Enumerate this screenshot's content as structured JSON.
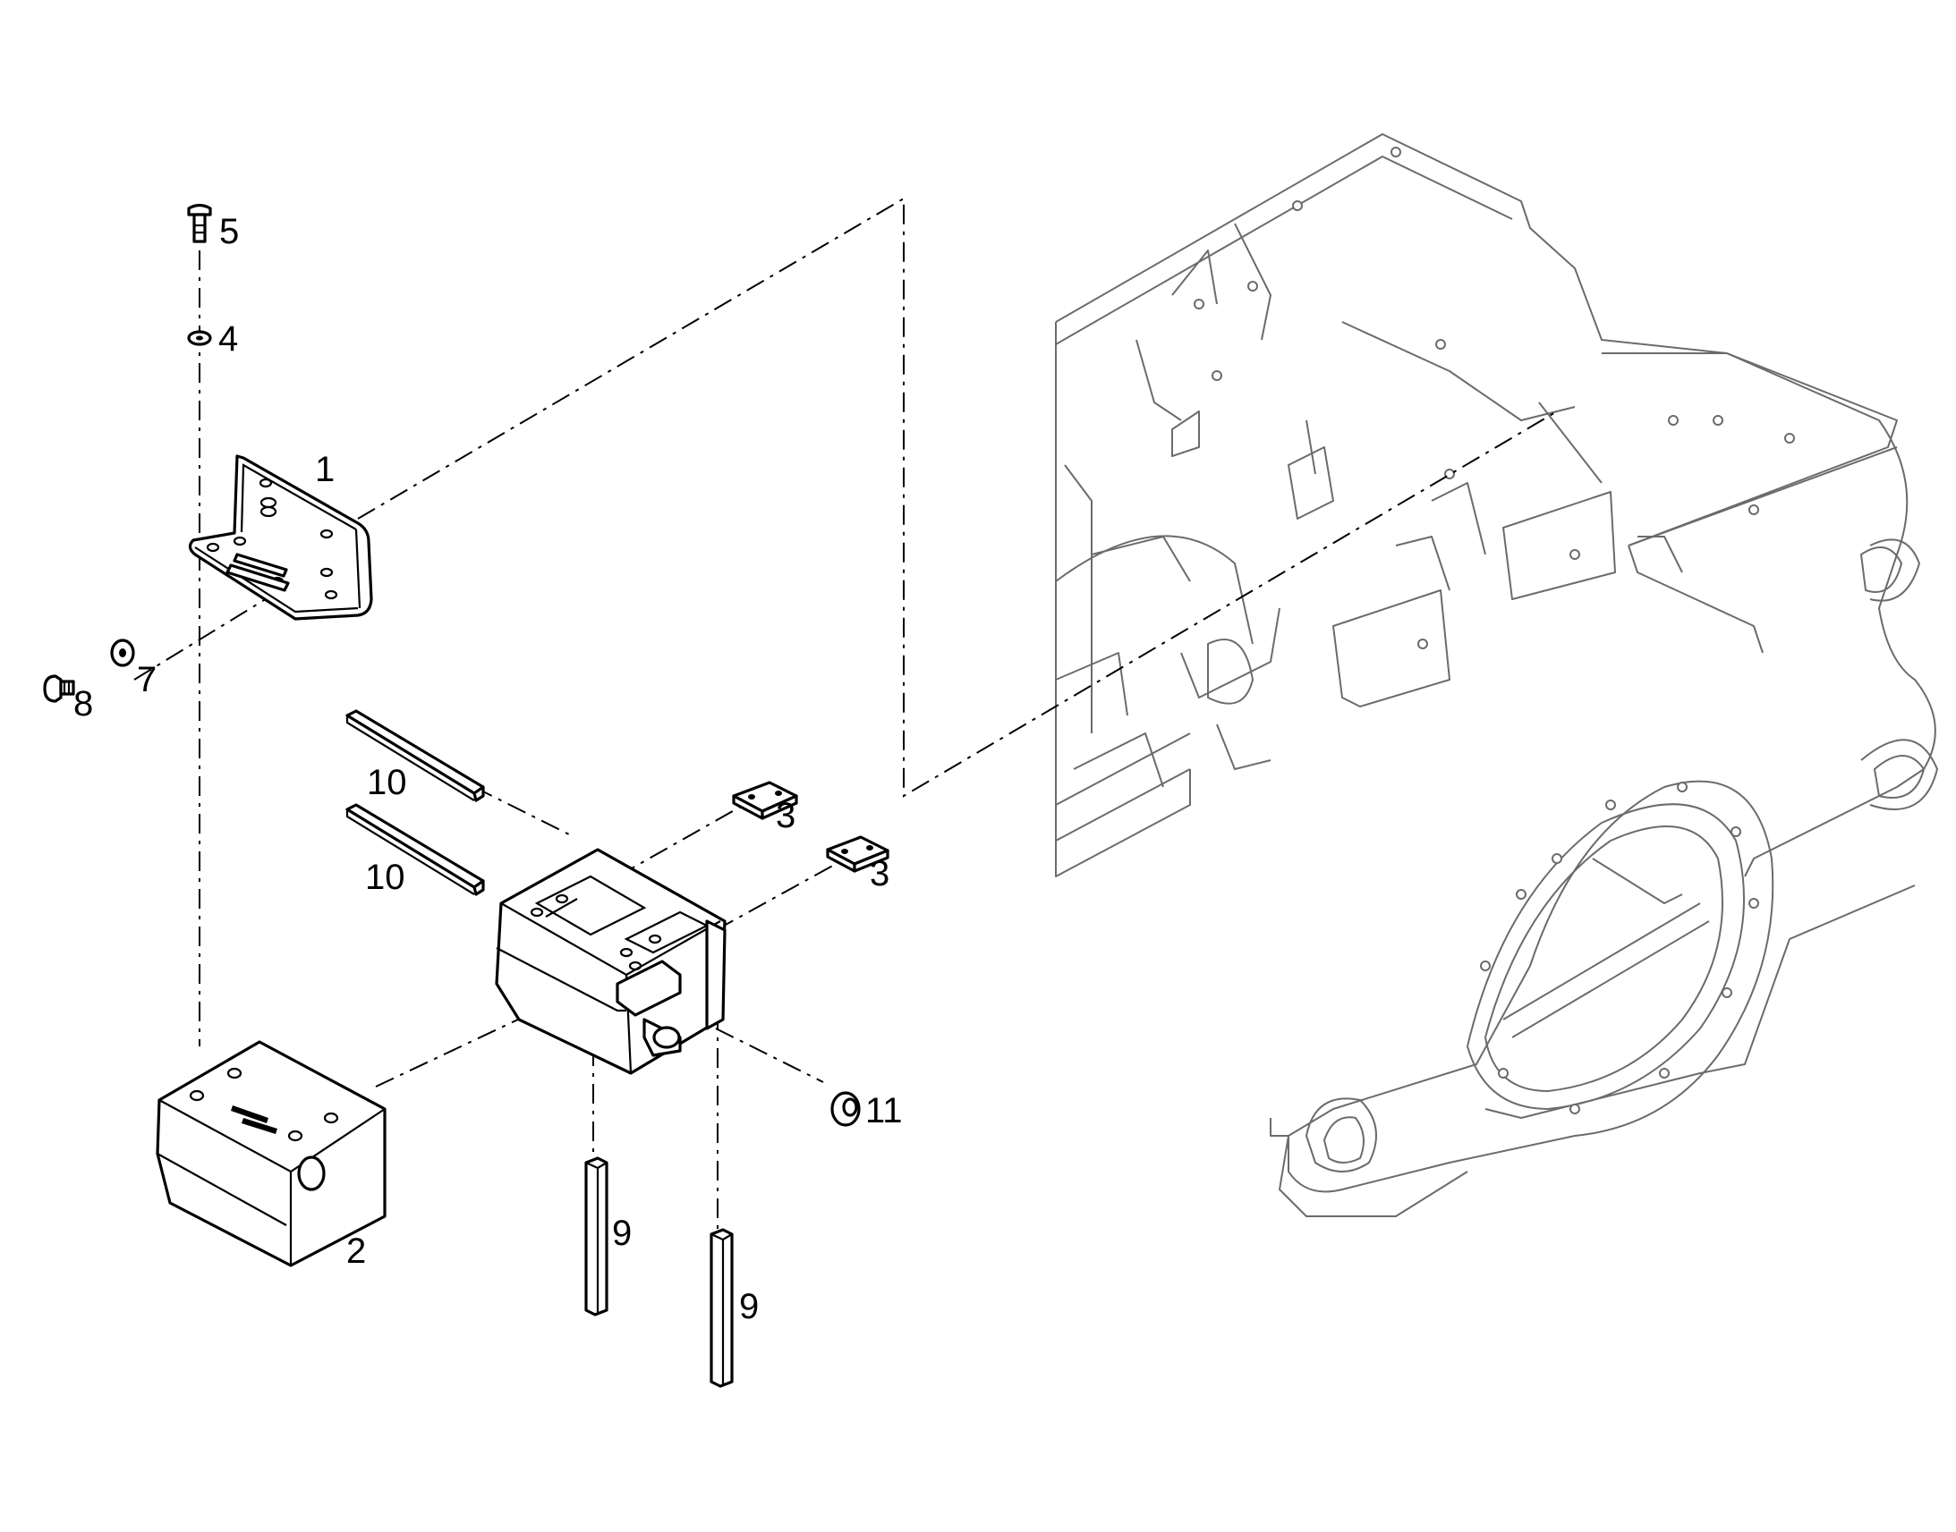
{
  "callouts": {
    "c1": "1",
    "c2": "2",
    "c3a": "3",
    "c3b": "3",
    "c4": "4",
    "c5": "5",
    "c7": "7",
    "c8": "8",
    "c9a": "9",
    "c9b": "9",
    "c10a": "10",
    "c10b": "10",
    "c11": "11"
  }
}
